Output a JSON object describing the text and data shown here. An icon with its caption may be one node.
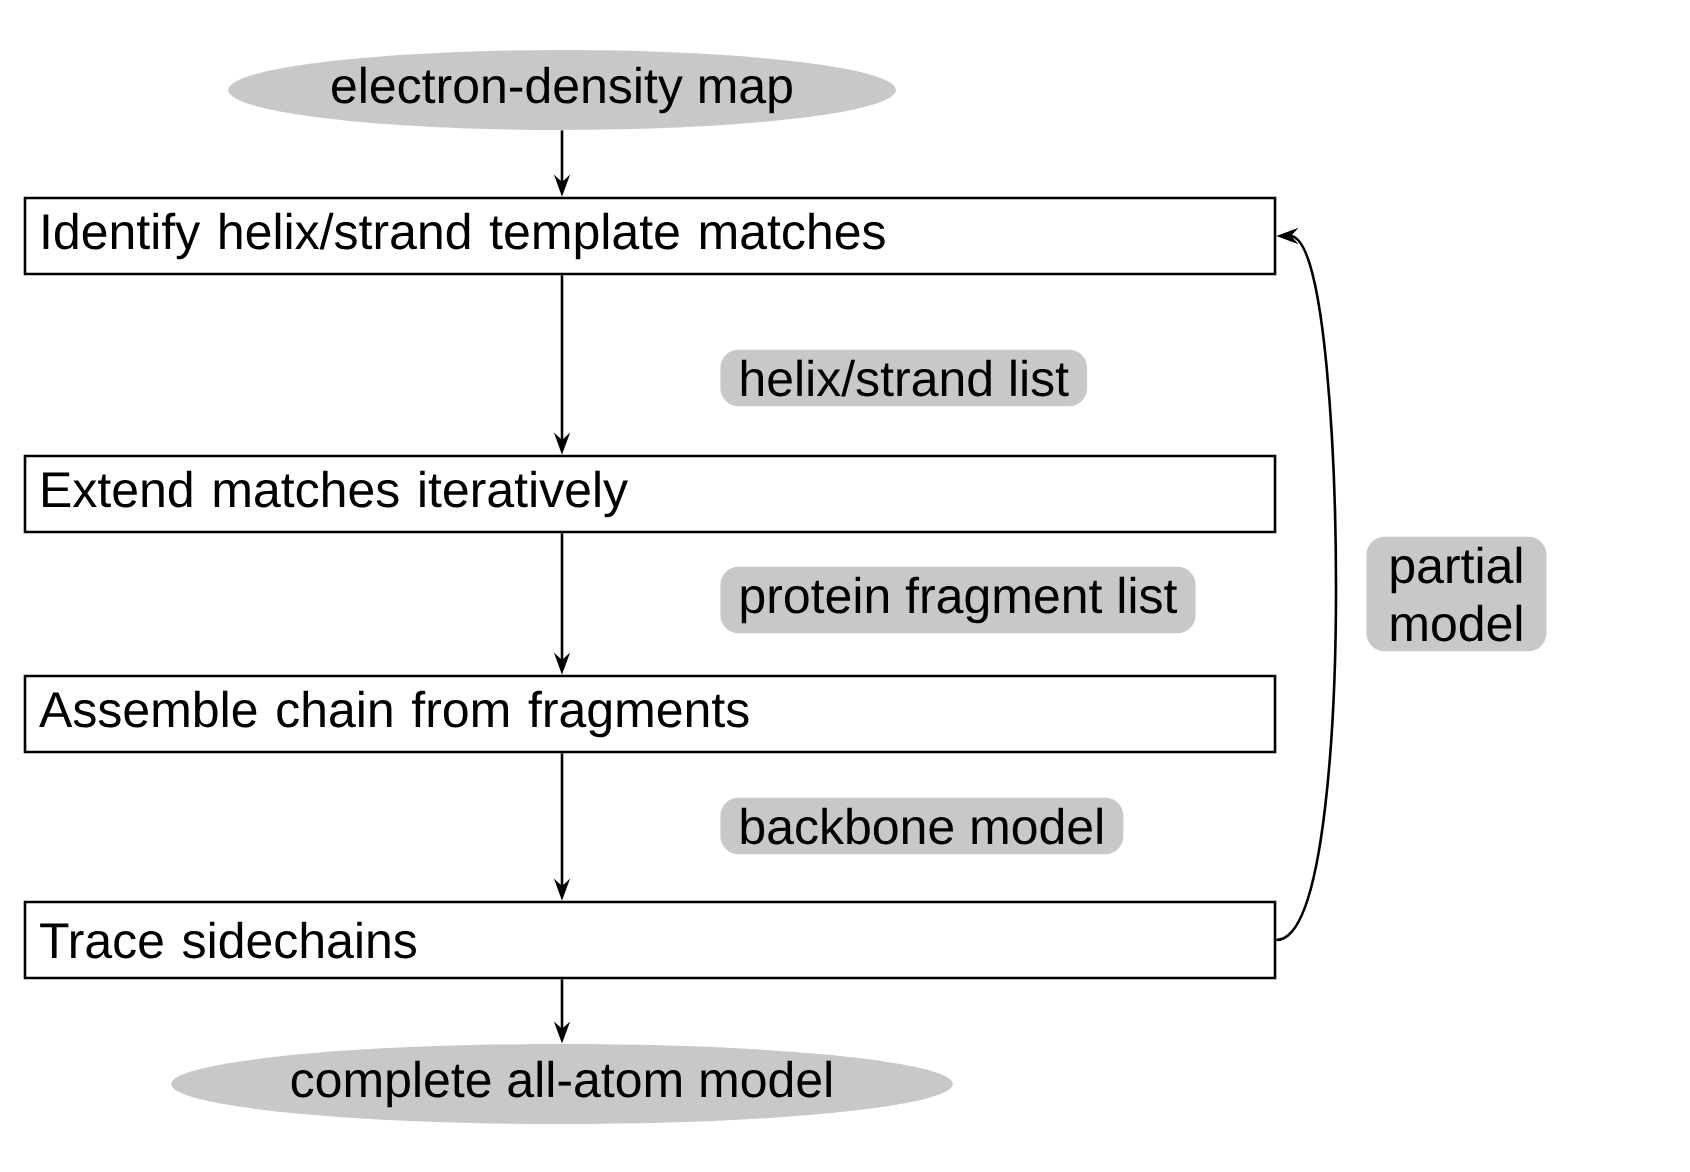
{
  "diagram": {
    "nodes": [
      {
        "text": [
          "electron-density map"
        ]
      },
      {
        "text": [
          "Identify helix/strand template matches"
        ]
      },
      {
        "text": [
          "Extend matches iteratively"
        ]
      },
      {
        "text": [
          "Assemble chain from fragments"
        ]
      },
      {
        "text": [
          "Trace sidechains"
        ]
      },
      {
        "text": [
          "complete all-atom model"
        ]
      }
    ],
    "edges": [
      {
        "from": 0,
        "to": 1,
        "arrow": "to"
      },
      {
        "from": 1,
        "to": 2,
        "arrow": "to",
        "label": "helix/strand list"
      },
      {
        "from": 2,
        "to": 3,
        "arrow": "to",
        "label": "protein fragment list"
      },
      {
        "from": 3,
        "to": 4,
        "arrow": "to",
        "label": "backbone model"
      },
      {
        "from": 4,
        "to": 1,
        "arrow": "to",
        "label": "partial model"
      },
      {
        "from": 4,
        "to": 5,
        "arrow": "to"
      }
    ]
  }
}
